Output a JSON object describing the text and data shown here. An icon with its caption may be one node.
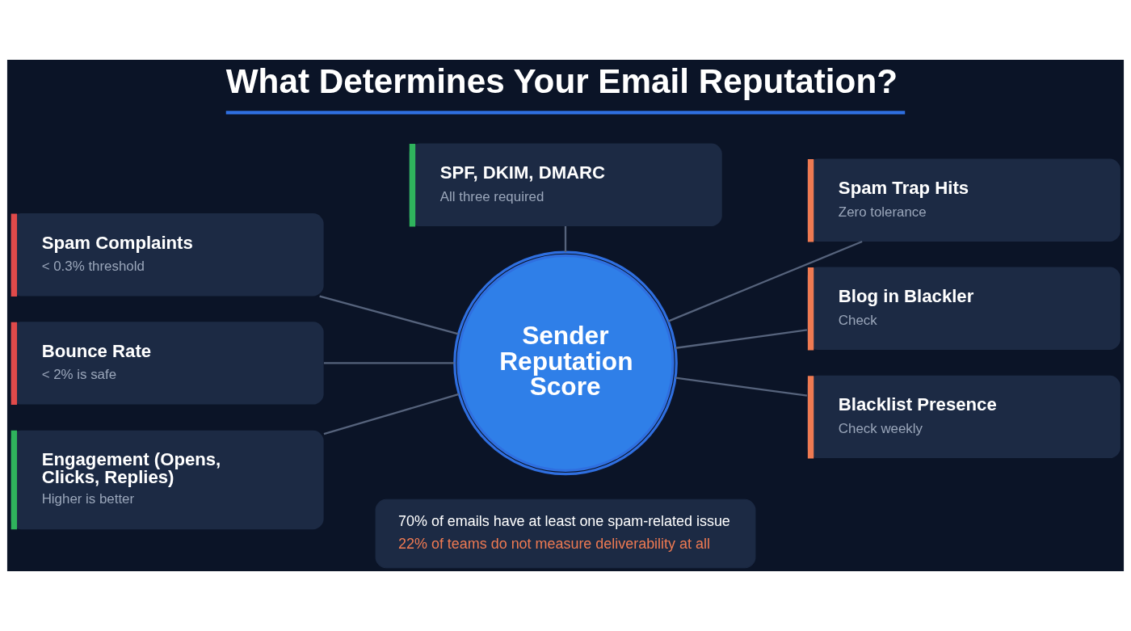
{
  "diagram": {
    "title": "What Determines Your Email Reputation?",
    "nodes": [
      {
        "text": [
          "Spam Complaints",
          "< 0.3% threshold"
        ]
      },
      {
        "text": [
          "SPF, DKIM, DMARC",
          "All three required"
        ]
      },
      {
        "text": [
          "Spam Trap Hits",
          "Zero tolerance"
        ]
      },
      {
        "text": [
          "Bounce Rate",
          "< 2% is safe"
        ]
      },
      {
        "text": [
          "Sender Reputation Score"
        ]
      },
      {
        "text": [
          "Blog in Blackler",
          "Check"
        ]
      },
      {
        "text": [
          "Engagement (Opens, Clicks, Replies)",
          "Higher is better"
        ]
      },
      {
        "text": [
          "Blacklist Presence",
          "Check weekly"
        ]
      },
      {
        "text": [
          "70% of emails have at least one spam-related issue",
          "22% of teams do not measure deliverability at all"
        ]
      }
    ],
    "edges": [
      {
        "from": 0,
        "to": 4,
        "arrow": "none"
      },
      {
        "from": 1,
        "to": 4,
        "arrow": "none"
      },
      {
        "from": 2,
        "to": 4,
        "arrow": "none"
      },
      {
        "from": 3,
        "to": 4,
        "arrow": "none"
      },
      {
        "from": 5,
        "to": 4,
        "arrow": "none"
      },
      {
        "from": 6,
        "to": 4,
        "arrow": "none"
      },
      {
        "from": 7,
        "to": 4,
        "arrow": "none"
      }
    ]
  }
}
